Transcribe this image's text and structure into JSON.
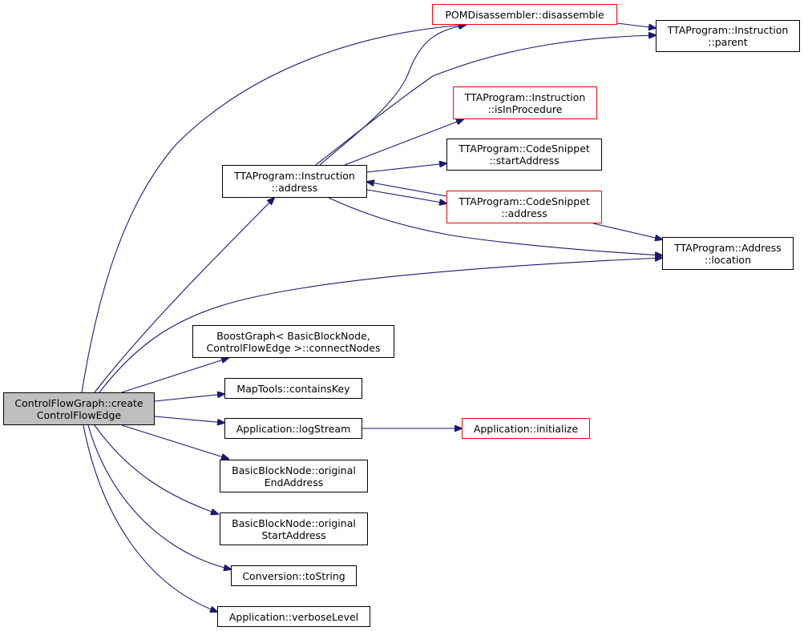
{
  "colors": {
    "edge": "#191970",
    "root_fill": "#bfbfbf",
    "node_border": "#000000",
    "truncated_border": "#ff0000"
  },
  "nodes": {
    "root": {
      "line1": "ControlFlowGraph::create",
      "line2": "ControlFlowEdge"
    },
    "pom_disassemble": {
      "line1": "POMDisassembler::disassemble"
    },
    "instr_parent": {
      "line1": "TTAProgram::Instruction",
      "line2": "::parent"
    },
    "instr_isinprocedure": {
      "line1": "TTAProgram::Instruction",
      "line2": "::isInProcedure"
    },
    "snippet_startaddress": {
      "line1": "TTAProgram::CodeSnippet",
      "line2": "::startAddress"
    },
    "instr_address": {
      "line1": "TTAProgram::Instruction",
      "line2": "::address"
    },
    "snippet_address": {
      "line1": "TTAProgram::CodeSnippet",
      "line2": "::address"
    },
    "address_location": {
      "line1": "TTAProgram::Address",
      "line2": "::location"
    },
    "boostgraph_connect": {
      "line1": "BoostGraph< BasicBlockNode,",
      "line2": "ControlFlowEdge >::connectNodes"
    },
    "maptools_containskey": {
      "line1": "MapTools::containsKey"
    },
    "app_logstream": {
      "line1": "Application::logStream"
    },
    "app_initialize": {
      "line1": "Application::initialize"
    },
    "bbn_endaddress": {
      "line1": "BasicBlockNode::original",
      "line2": "EndAddress"
    },
    "bbn_startaddress": {
      "line1": "BasicBlockNode::original",
      "line2": "StartAddress"
    },
    "conversion_tostring": {
      "line1": "Conversion::toString"
    },
    "app_verboselevel": {
      "line1": "Application::verboseLevel"
    }
  }
}
